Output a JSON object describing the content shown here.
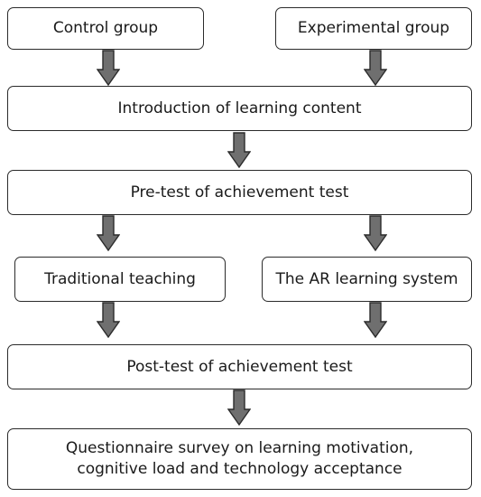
{
  "boxes": {
    "control_group": "Control group",
    "experimental_group": "Experimental group",
    "introduction": "Introduction of learning content",
    "pretest": "Pre-test of achievement test",
    "traditional_teaching": "Traditional teaching",
    "ar_learning_system": "The AR learning system",
    "posttest": "Post-test of achievement test",
    "questionnaire_line1": "Questionnaire survey on learning motivation,",
    "questionnaire_line2": "cognitive load and technology acceptance"
  },
  "colors": {
    "arrow_fill": "#6f6f6f",
    "arrow_stroke": "#2b2b2b",
    "box_border": "#2b2b2b"
  }
}
